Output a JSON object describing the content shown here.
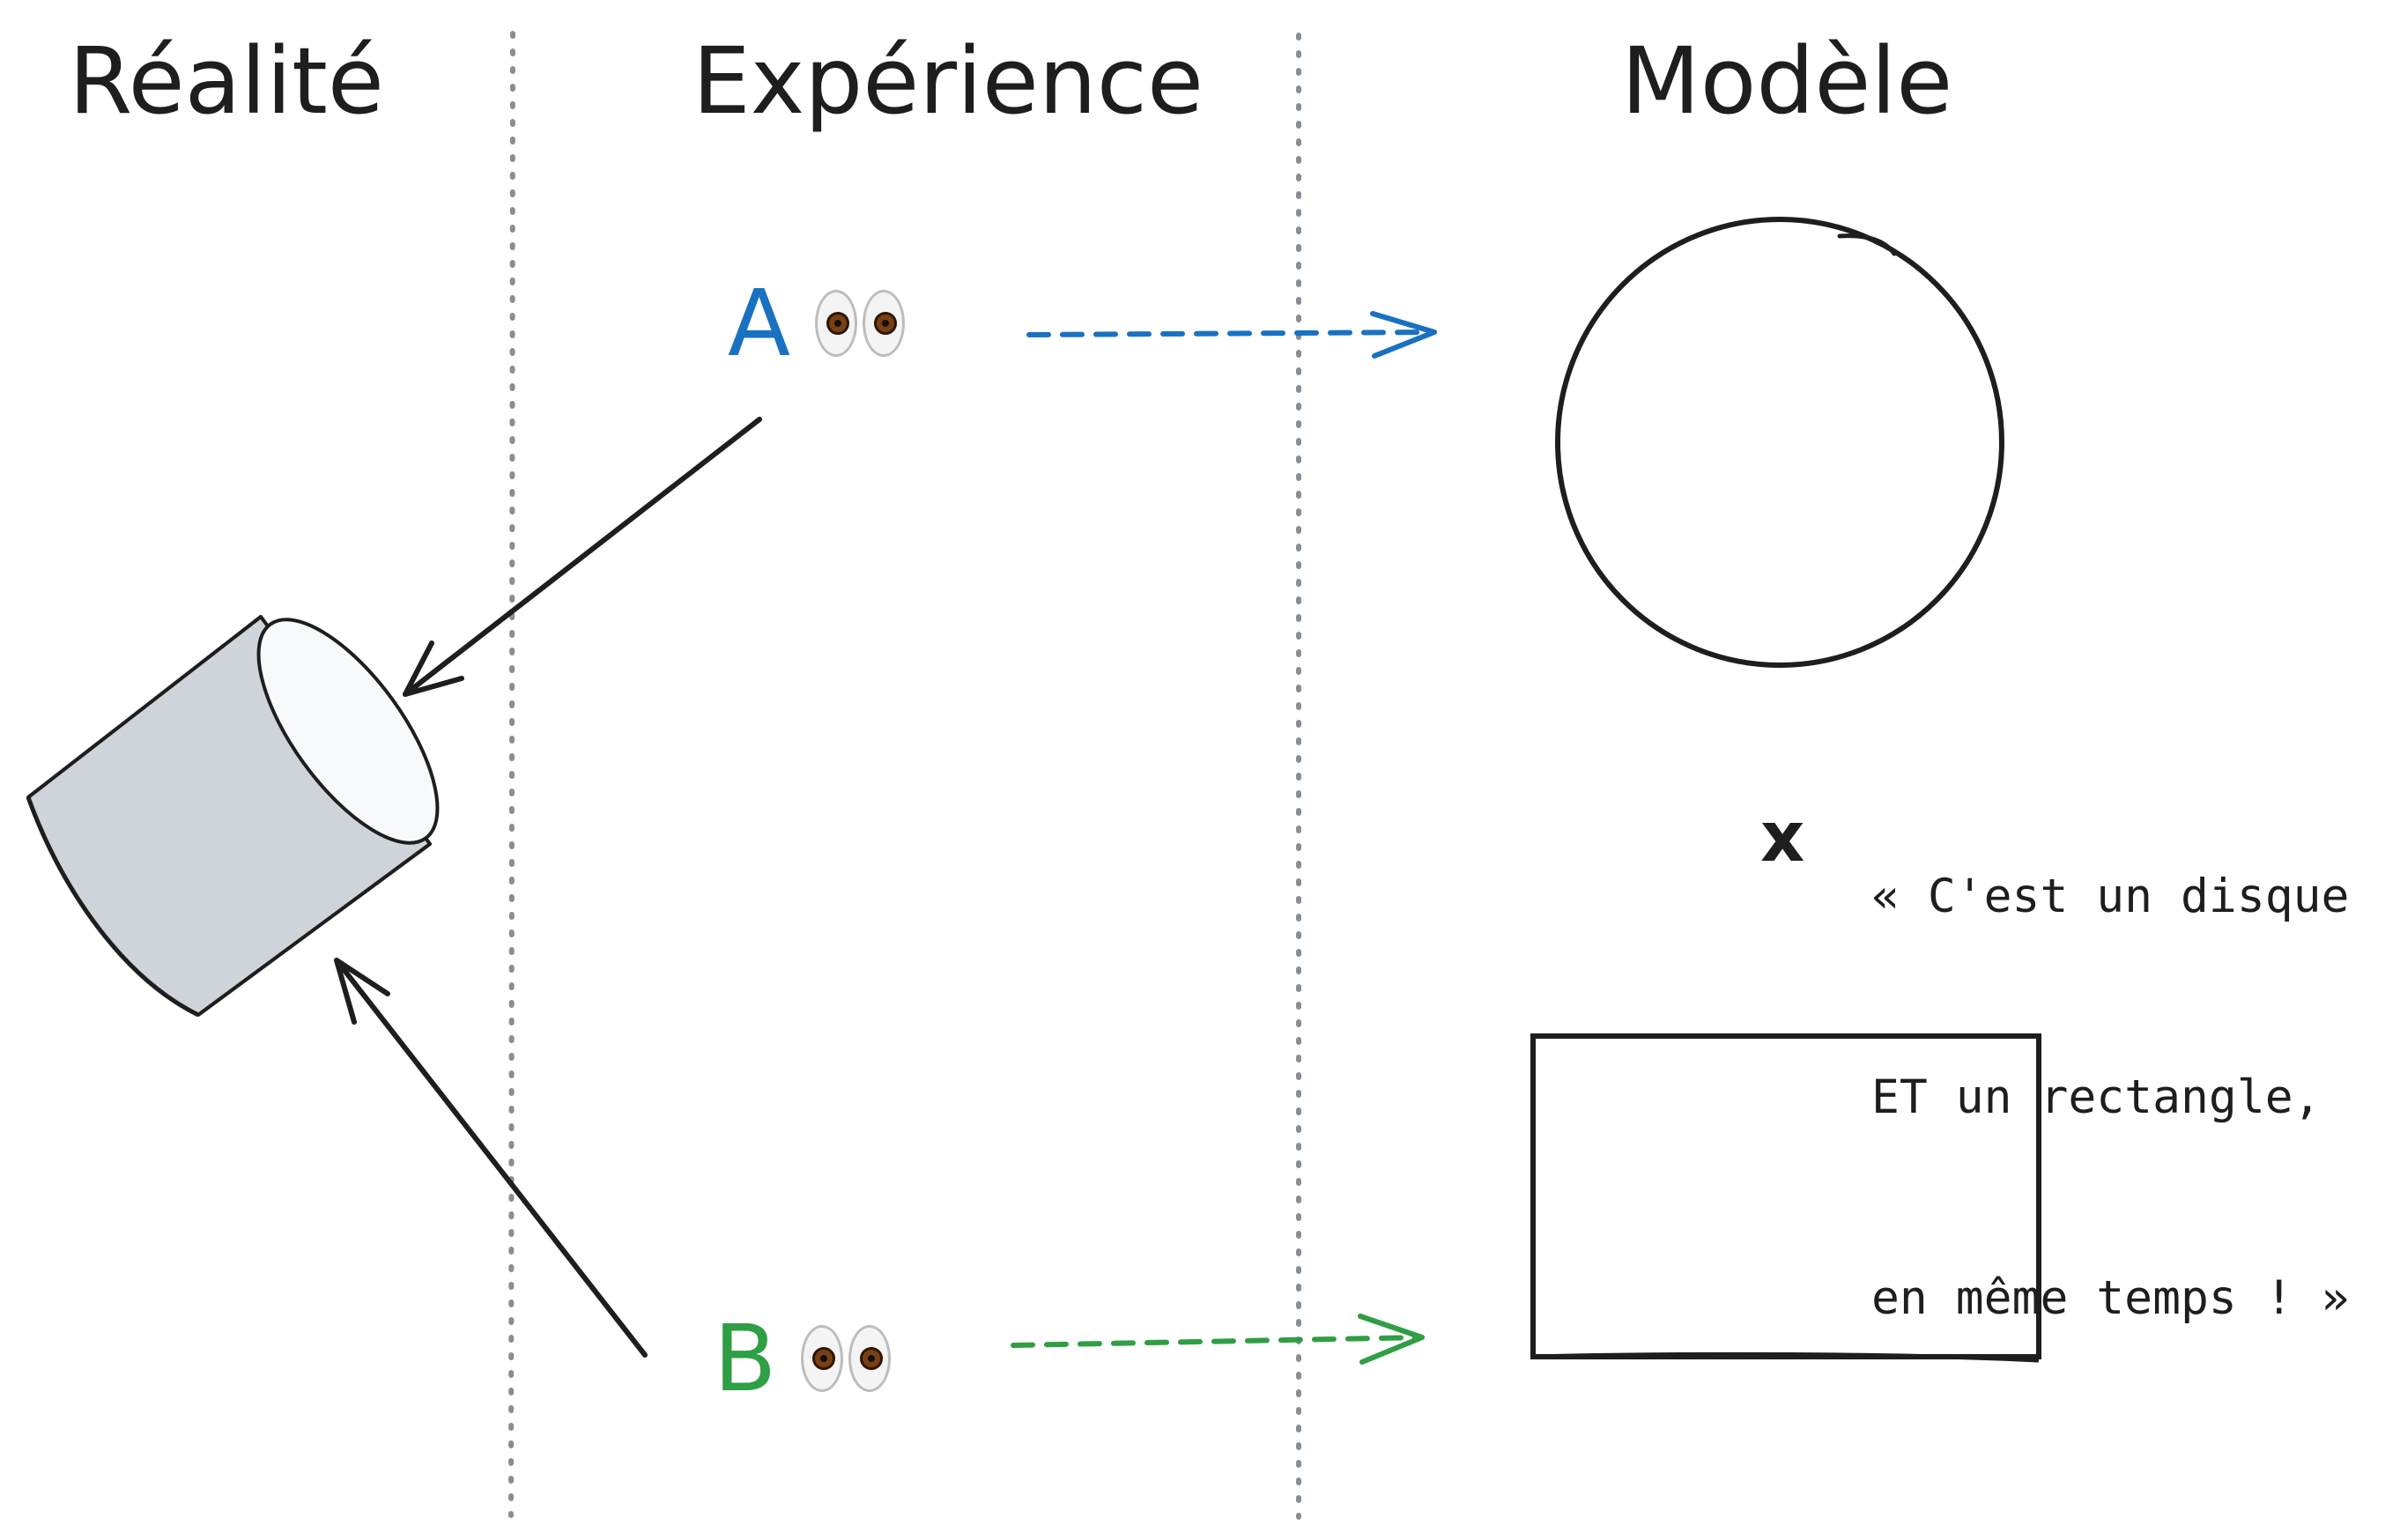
{
  "columns": {
    "reality": "Réalité",
    "experience": "Expérience",
    "model": "Modèle"
  },
  "observers": {
    "a": {
      "letter": "A",
      "color": "#1971c2",
      "icon": "eyes-icon"
    },
    "b": {
      "letter": "B",
      "color": "#2f9e44",
      "icon": "eyes-icon"
    }
  },
  "model_note": {
    "marker": "x",
    "line1": "« C'est un disque",
    "line2": "ET un rectangle,",
    "line3": "en même temps ! »"
  },
  "colors": {
    "ink": "#1e1e1e",
    "divider": "#868e96",
    "cylinder_fill": "#ced4da",
    "cylinder_top": "#f8f9fa"
  }
}
